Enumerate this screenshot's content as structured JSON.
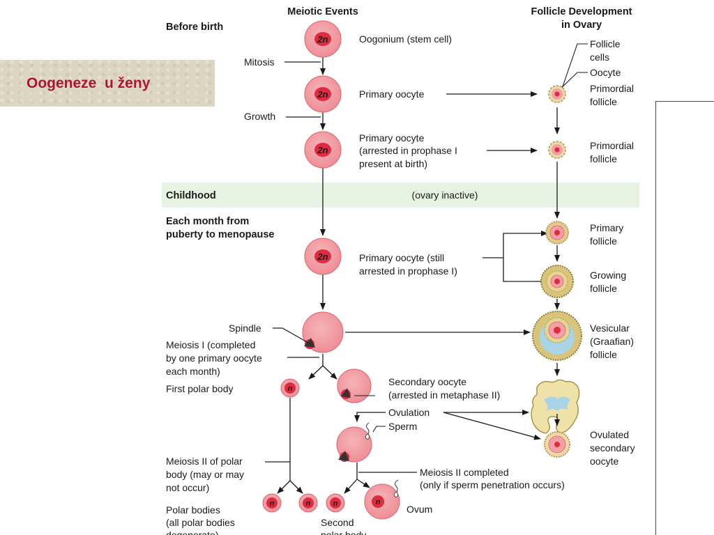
{
  "title": "Oogeneze  u ženy",
  "headers": {
    "meiotic": "Meiotic Events",
    "follicle_line1": "Follicle Development",
    "follicle_line2": "in Ovary"
  },
  "stages": {
    "before_birth": "Before birth",
    "childhood": "Childhood",
    "each_month_1": "Each month from",
    "each_month_2": "puberty to menopause"
  },
  "ploidy": {
    "diploid": "2n",
    "haploid": "n"
  },
  "labels": {
    "mitosis": "Mitosis",
    "growth": "Growth",
    "oogonium": "Oogonium (stem cell)",
    "primary_oocyte": "Primary oocyte",
    "primary_oocyte_arrested_1": "Primary oocyte",
    "primary_oocyte_arrested_2": "(arrested in prophase I",
    "primary_oocyte_arrested_3": "present at birth)",
    "ovary_inactive": "(ovary inactive)",
    "still_arrested_1": "Primary oocyte (still",
    "still_arrested_2": "arrested in prophase I)",
    "spindle": "Spindle",
    "meiosis1_1": "Meiosis I (completed",
    "meiosis1_2": "by one primary oocyte",
    "meiosis1_3": "each month)",
    "first_polar_body": "First polar body",
    "secondary_oocyte_1": "Secondary oocyte",
    "secondary_oocyte_2": "(arrested in metaphase II)",
    "ovulation": "Ovulation",
    "sperm": "Sperm",
    "meiosis2_polar_1": "Meiosis II of polar",
    "meiosis2_polar_2": "body (may or may",
    "meiosis2_polar_3": "not occur)",
    "meiosis2_completed_1": "Meiosis II completed",
    "meiosis2_completed_2": "(only if sperm penetration occurs)",
    "polar_bodies_1": "Polar bodies",
    "polar_bodies_2": "(all polar bodies",
    "polar_bodies_3": "degenerate)",
    "second_polar_1": "Second",
    "second_polar_2": "polar body",
    "ovum": "Ovum"
  },
  "follicle_labels": {
    "follicle_cells_1": "Follicle",
    "follicle_cells_2": "cells",
    "oocyte": "Oocyte",
    "primordial_1": "Primordial",
    "primordial_2": "follicle",
    "primordial2_1": "Primordial",
    "primordial2_2": "follicle",
    "primary_1": "Primary",
    "primary_2": "follicle",
    "growing_1": "Growing",
    "growing_2": "follicle",
    "vesicular_1": "Vesicular",
    "vesicular_2": "(Graafian)",
    "vesicular_3": "follicle",
    "ovulated_1": "Ovulated",
    "ovulated_2": "secondary",
    "ovulated_3": "oocyte"
  },
  "colors": {
    "cell_fill": "#f1a0a6",
    "cell_edge": "#e0606c",
    "nucleus": "#e02a40",
    "band": "#e6f2e2",
    "title_text": "#b01530",
    "title_bg": "#dcd5c0",
    "follicle_cells": "#cdb46a",
    "antrum": "#a8d4e6"
  }
}
